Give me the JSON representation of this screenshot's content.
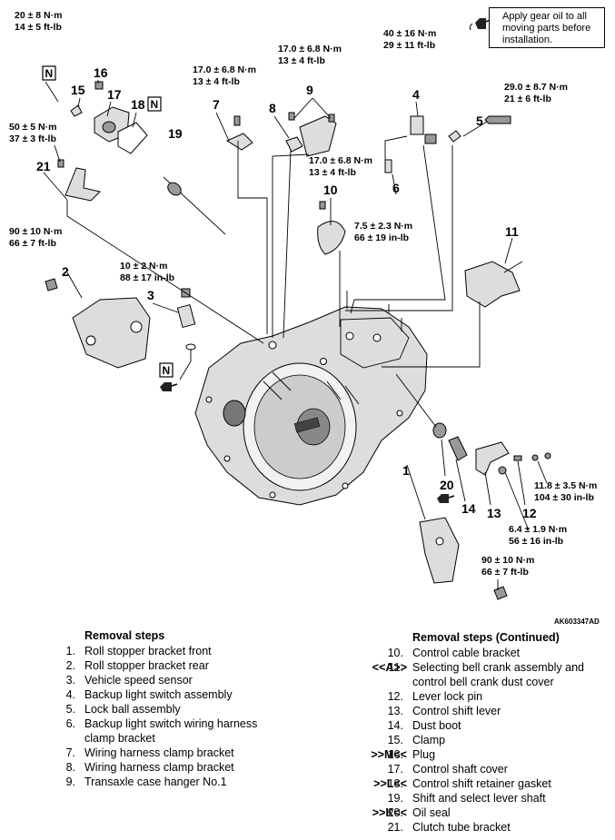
{
  "note": "Apply gear oil to all moving parts before installation.",
  "figure_id": "AK603347AD",
  "torques": {
    "t15": [
      "20 ± 8 N·m",
      "14 ± 5 ft-lb"
    ],
    "t9": [
      "17.0 ± 6.8 N·m",
      "13 ± 4 ft-lb"
    ],
    "t4": [
      "40 ± 16 N·m",
      "29 ± 11 ft-lb"
    ],
    "t7": [
      "17.0 ± 6.8 N·m",
      "13 ± 4 ft-lb"
    ],
    "t5": [
      "29.0 ± 8.7 N·m",
      "21 ± 6 ft-lb"
    ],
    "t21": [
      "50 ± 5 N·m",
      "37 ± 3 ft-lb"
    ],
    "t10": [
      "17.0 ± 6.8 N·m",
      "13 ± 4 ft-lb"
    ],
    "t6": [
      "7.5 ± 2.3 N·m",
      "66 ± 19 in-lb"
    ],
    "t2": [
      "90 ± 10 N·m",
      "66 ± 7 ft-lb"
    ],
    "t3": [
      "10 ± 2 N·m",
      "88 ± 17 in-lb"
    ],
    "t11": [
      "11.8 ± 3.5 N·m",
      "104 ± 30 in-lb"
    ],
    "t12": [
      "6.4 ± 1.9 N·m",
      "56 ± 16 in-lb"
    ],
    "t1": [
      "90 ± 10 N·m",
      "66 ± 7 ft-lb"
    ]
  },
  "callouts": [
    "1",
    "2",
    "3",
    "4",
    "5",
    "6",
    "7",
    "8",
    "9",
    "10",
    "11",
    "12",
    "13",
    "14",
    "15",
    "16",
    "17",
    "18",
    "19",
    "20",
    "21"
  ],
  "n_mark": "N",
  "steps_left": {
    "title": "Removal steps",
    "items": [
      {
        "mark": "",
        "num": "1.",
        "label": "Roll stopper bracket front"
      },
      {
        "mark": "",
        "num": "2.",
        "label": "Roll stopper bracket rear"
      },
      {
        "mark": "",
        "num": "3.",
        "label": "Vehicle speed sensor"
      },
      {
        "mark": "",
        "num": "4.",
        "label": "Backup light switch assembly"
      },
      {
        "mark": "",
        "num": "5.",
        "label": "Lock ball assembly"
      },
      {
        "mark": "",
        "num": "6.",
        "label": "Backup light switch wiring harness clamp bracket"
      },
      {
        "mark": "",
        "num": "7.",
        "label": "Wiring harness clamp bracket"
      },
      {
        "mark": "",
        "num": "8.",
        "label": "Wiring harness clamp bracket"
      },
      {
        "mark": "",
        "num": "9.",
        "label": "Transaxle case hanger No.1"
      }
    ]
  },
  "steps_right": {
    "title": "Removal steps (Continued)",
    "items": [
      {
        "mark": "",
        "num": "10.",
        "label": "Control cable bracket"
      },
      {
        "mark": "<<A>>",
        "num": "11.",
        "label": "Selecting bell crank assembly and control bell crank dust cover"
      },
      {
        "mark": "",
        "num": "12.",
        "label": "Lever lock pin"
      },
      {
        "mark": "",
        "num": "13.",
        "label": "Control shift lever"
      },
      {
        "mark": "",
        "num": "14.",
        "label": "Dust boot"
      },
      {
        "mark": "",
        "num": "15.",
        "label": "Clamp"
      },
      {
        "mark": ">>M<<",
        "num": "16.",
        "label": "Plug"
      },
      {
        "mark": "",
        "num": "17.",
        "label": "Control shaft cover"
      },
      {
        "mark": ">>L<<",
        "num": "18.",
        "label": "Control shift retainer gasket"
      },
      {
        "mark": "",
        "num": "19.",
        "label": "Shift and select lever shaft"
      },
      {
        "mark": ">>K<<",
        "num": "20.",
        "label": "Oil seal"
      },
      {
        "mark": "",
        "num": "21.",
        "label": "Clutch tube bracket"
      }
    ]
  }
}
